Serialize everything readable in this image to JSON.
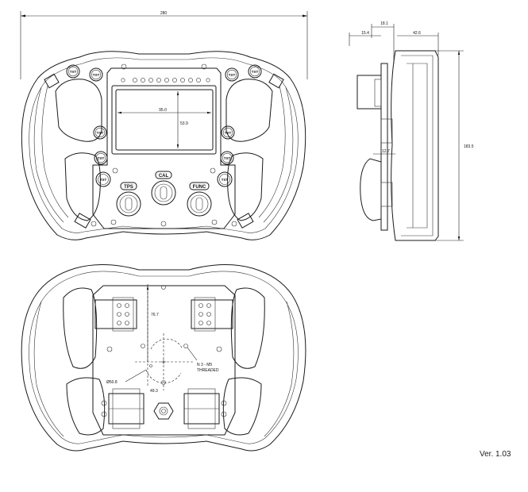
{
  "version": "Ver. 1.03",
  "front_view": {
    "width_dim": "280",
    "display_width_dim": "95.0",
    "display_height_dim": "53.9",
    "button_label": "TXT",
    "knobs": [
      "TPS",
      "CAL",
      "FUNC"
    ]
  },
  "side_view": {
    "dims": [
      "18.1",
      "15.4",
      "42.6",
      "183.5",
      "12.7"
    ]
  },
  "rear_view": {
    "dim_height": "76.7",
    "dim_diameter": "Ø50.8",
    "dim_offset": "49.3",
    "thread_note_line1": "N 3 - M5",
    "thread_note_line2": "THREADED"
  }
}
